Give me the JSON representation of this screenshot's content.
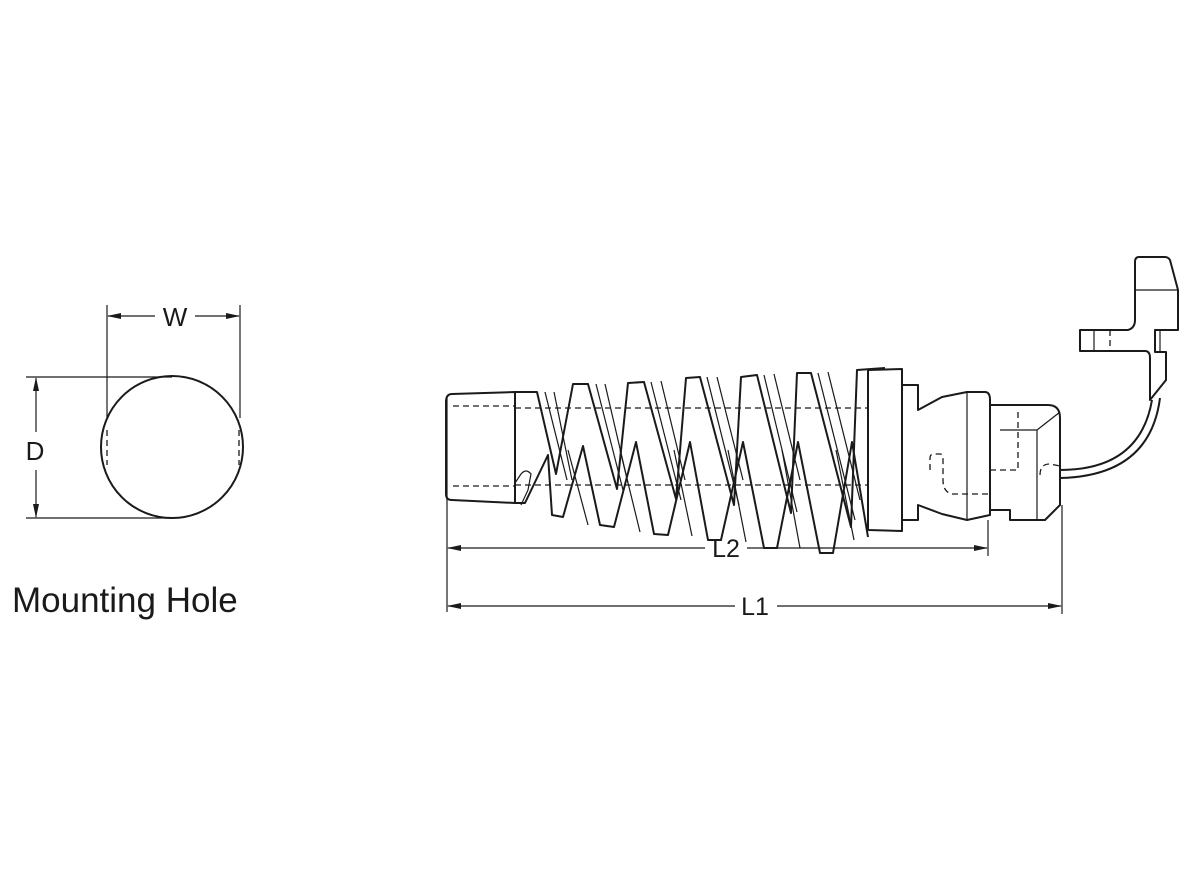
{
  "mounting_hole": {
    "title": "Mounting Hole",
    "width_label": "W",
    "diameter_label": "D"
  },
  "part": {
    "length_overall_label": "L1",
    "length_body_label": "L2"
  }
}
